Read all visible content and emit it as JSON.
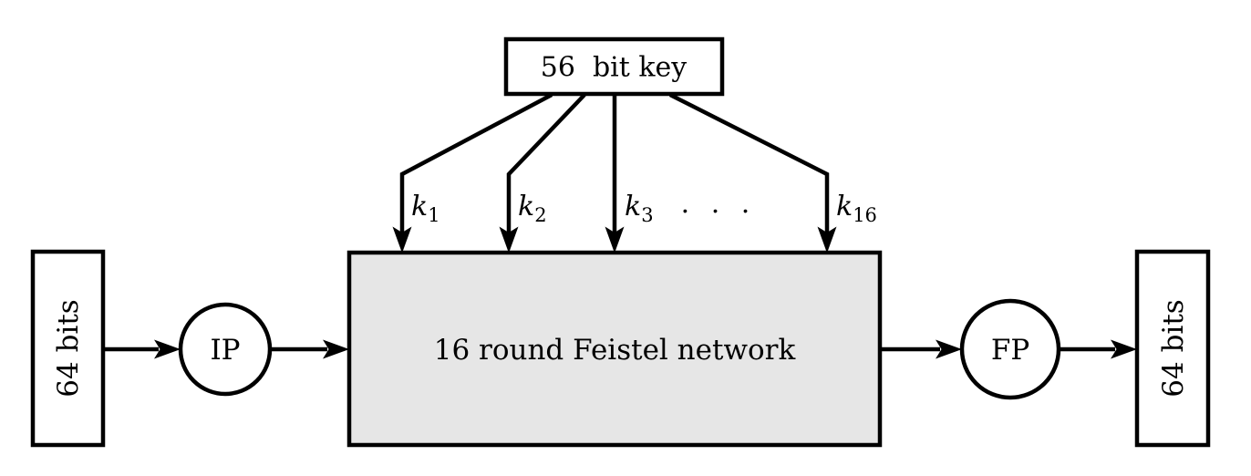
{
  "colors": {
    "ink": "#000000",
    "feistel_fill": "#e6e6e6",
    "node_fill": "#ffffff",
    "background": "#ffffff"
  },
  "key_box": {
    "label": "56  bit key"
  },
  "subkeys": {
    "items": [
      {
        "base": "k",
        "sub": "1"
      },
      {
        "base": "k",
        "sub": "2"
      },
      {
        "base": "k",
        "sub": "3"
      },
      {
        "base": "k",
        "sub": "16"
      }
    ],
    "ellipsis": ". . ."
  },
  "input_box": {
    "label": "64 bits"
  },
  "ip_node": {
    "label": "IP"
  },
  "feistel_box": {
    "label": "16 round Feistel network"
  },
  "fp_node": {
    "label": "FP"
  },
  "output_box": {
    "label": "64 bits"
  }
}
